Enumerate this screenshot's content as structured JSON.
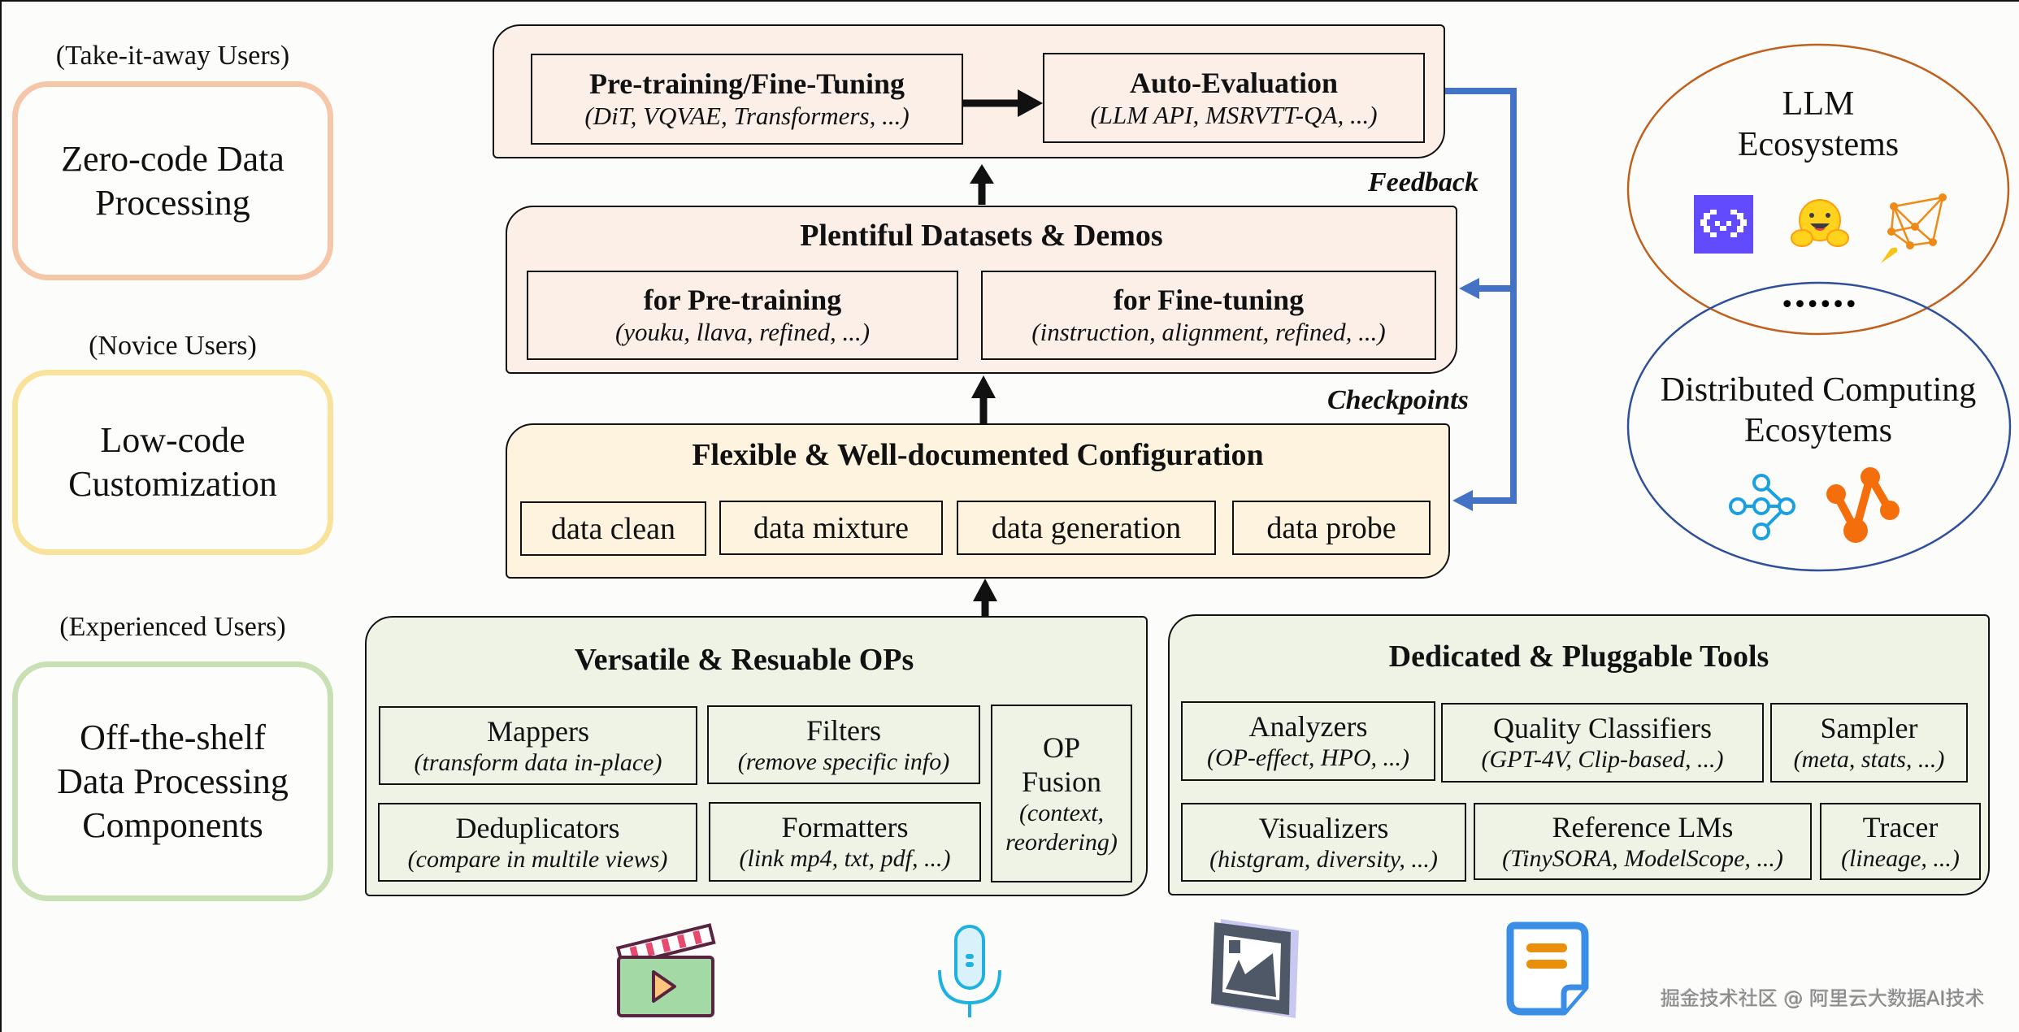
{
  "users": [
    {
      "label": "(Take-it-away Users)",
      "box_lines": [
        "Zero-code Data",
        "Processing"
      ],
      "color": "#f5c6a8"
    },
    {
      "label": "(Novice Users)",
      "box_lines": [
        "Low-code",
        "Customization"
      ],
      "color": "#f9e39a"
    },
    {
      "label": "(Experienced Users)",
      "box_lines": [
        "Off-the-shelf",
        "Data Processing",
        "Components"
      ],
      "color": "#c8e0b4"
    }
  ],
  "training": {
    "pretrain": {
      "title": "Pre-training/Fine-Tuning",
      "sub": "(DiT, VQVAE, Transformers, ...)"
    },
    "autoeval": {
      "title": "Auto-Evaluation",
      "sub": "(LLM API, MSRVTT-QA, ...)"
    }
  },
  "datasets": {
    "title": "Plentiful Datasets & Demos",
    "pretrain": {
      "title": "for Pre-training",
      "sub": "(youku, llava, refined, ...)"
    },
    "finetune": {
      "title": "for Fine-tuning",
      "sub": "(instruction, alignment, refined, ...)"
    }
  },
  "config": {
    "title": "Flexible & Well-documented Configuration",
    "items": [
      "data clean",
      "data mixture",
      "data generation",
      "data probe"
    ]
  },
  "feedback_loop": {
    "feedback_label": "Feedback",
    "checkpoints_label": "Checkpoints",
    "color": "#4472c4"
  },
  "ops": {
    "title": "Versatile & Resuable OPs",
    "items": [
      {
        "title": "Mappers",
        "sub": "(transform data in-place)"
      },
      {
        "title": "Filters",
        "sub": "(remove specific info)"
      },
      {
        "title": "Deduplicators",
        "sub": "(compare in multile views)"
      },
      {
        "title": "Formatters",
        "sub": "(link mp4, txt, pdf, ...)"
      }
    ],
    "fusion": {
      "title_lines": [
        "OP",
        "Fusion"
      ],
      "sub_lines": [
        "(context,",
        "reordering)"
      ]
    }
  },
  "tools": {
    "title": "Dedicated & Pluggable Tools",
    "items": [
      {
        "title": "Analyzers",
        "sub": "(OP-effect, HPO, ...)"
      },
      {
        "title": "Quality Classifiers",
        "sub": "(GPT-4V, Clip-based, ...)"
      },
      {
        "title": "Sampler",
        "sub": "(meta, stats, ...)"
      },
      {
        "title": "Visualizers",
        "sub": "(histgram, diversity, ...)"
      },
      {
        "title": "Reference LMs",
        "sub": "(TinySORA, ModelScope, ...)"
      },
      {
        "title": "Tracer",
        "sub": "(lineage, ...)"
      }
    ]
  },
  "ecosystems": {
    "llm": {
      "lines": [
        "LLM",
        "Ecosystems"
      ],
      "icons": [
        "modelscope-icon",
        "hugging-face-icon",
        "graph-rocket-icon"
      ],
      "color": "#c0601e"
    },
    "ellipsis": "••••••",
    "distributed": {
      "lines": [
        "Distributed Computing",
        "Ecosytems"
      ],
      "icons": [
        "ray-icon",
        "flow-graph-icon"
      ],
      "color": "#2f4f9a"
    }
  },
  "modalities": [
    "video-icon",
    "audio-icon",
    "image-icon",
    "text-icon"
  ],
  "watermark": "掘金技术社区 @ 阿里云大数据AI技术"
}
